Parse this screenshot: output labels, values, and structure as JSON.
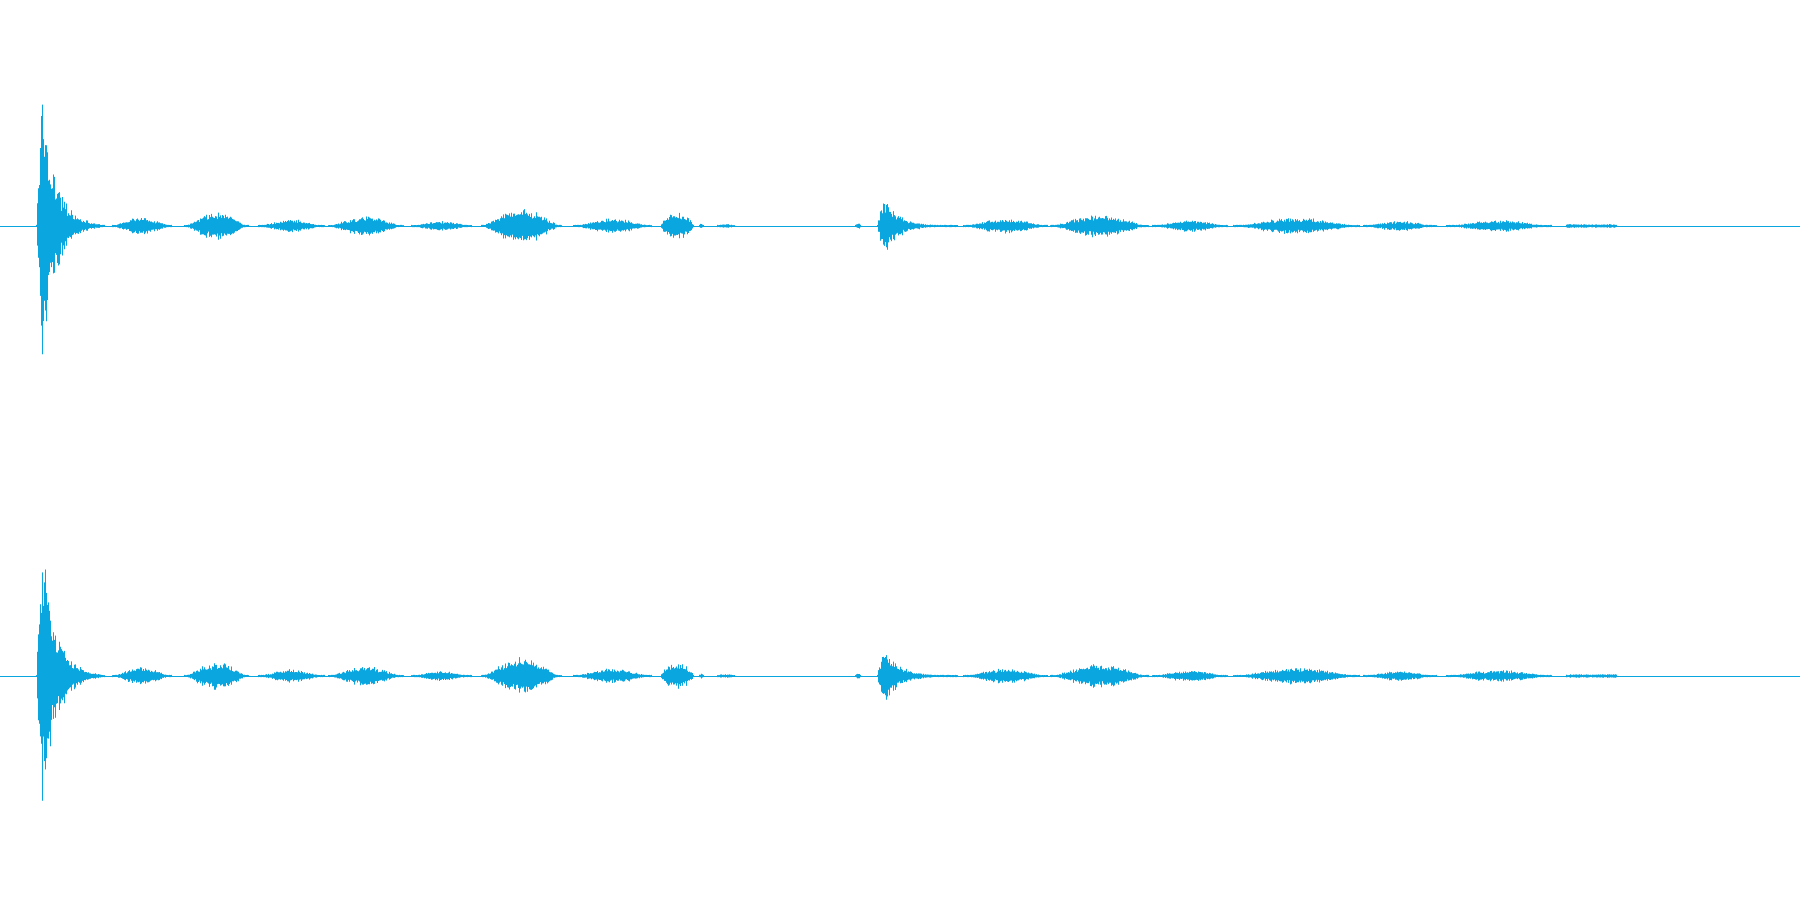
{
  "colors": {
    "background": "#ffffff",
    "waveform": "#0aa6e0"
  },
  "channels": [
    {
      "name": "channel-1"
    },
    {
      "name": "channel-2"
    }
  ],
  "waveform": {
    "bursts": [
      {
        "start": 0.02,
        "end": 0.058,
        "peak": 0.85,
        "shape": "attack"
      },
      {
        "start": 0.062,
        "end": 0.095,
        "peak": 0.055,
        "shape": "bell"
      },
      {
        "start": 0.102,
        "end": 0.138,
        "peak": 0.085,
        "shape": "bell"
      },
      {
        "start": 0.143,
        "end": 0.18,
        "peak": 0.04,
        "shape": "bell"
      },
      {
        "start": 0.182,
        "end": 0.224,
        "peak": 0.06,
        "shape": "bell"
      },
      {
        "start": 0.228,
        "end": 0.262,
        "peak": 0.03,
        "shape": "bell"
      },
      {
        "start": 0.267,
        "end": 0.312,
        "peak": 0.11,
        "shape": "bell"
      },
      {
        "start": 0.318,
        "end": 0.362,
        "peak": 0.045,
        "shape": "bell"
      },
      {
        "start": 0.367,
        "end": 0.385,
        "peak": 0.08,
        "shape": "blob"
      },
      {
        "start": 0.388,
        "end": 0.391,
        "peak": 0.015,
        "shape": "blob"
      },
      {
        "start": 0.398,
        "end": 0.408,
        "peak": 0.012,
        "shape": "blob"
      },
      {
        "start": 0.475,
        "end": 0.478,
        "peak": 0.02,
        "shape": "blob"
      },
      {
        "start": 0.487,
        "end": 0.532,
        "peak": 0.18,
        "shape": "attack"
      },
      {
        "start": 0.535,
        "end": 0.582,
        "peak": 0.045,
        "shape": "bell"
      },
      {
        "start": 0.583,
        "end": 0.638,
        "peak": 0.07,
        "shape": "bell"
      },
      {
        "start": 0.64,
        "end": 0.682,
        "peak": 0.035,
        "shape": "bell"
      },
      {
        "start": 0.685,
        "end": 0.755,
        "peak": 0.05,
        "shape": "bell"
      },
      {
        "start": 0.757,
        "end": 0.798,
        "peak": 0.03,
        "shape": "bell"
      },
      {
        "start": 0.803,
        "end": 0.862,
        "peak": 0.035,
        "shape": "bell"
      },
      {
        "start": 0.87,
        "end": 0.898,
        "peak": 0.012,
        "shape": "flat"
      }
    ]
  }
}
